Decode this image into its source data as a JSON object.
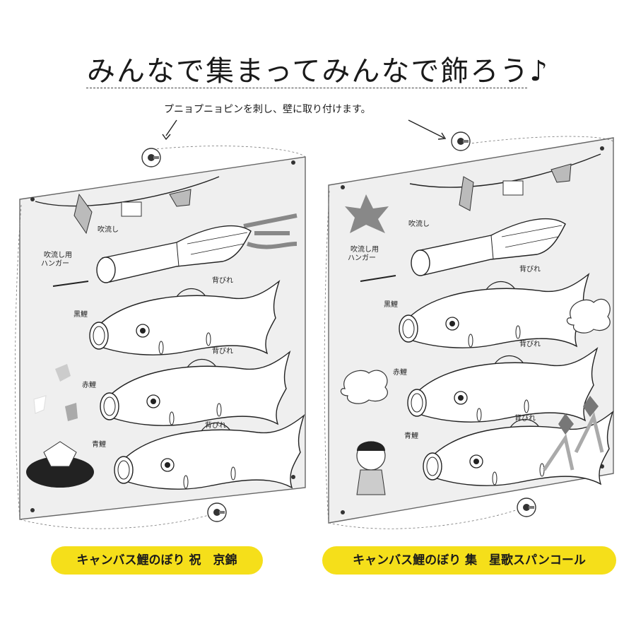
{
  "title": "みんなで集まってみんなで飾ろう♪",
  "instruction": "プニョプニョピンを刺し、壁に取り付けます。",
  "left_panel": {
    "label_fukinagashi": "吹流し",
    "label_hanger_1": "吹流し用",
    "label_hanger_2": "ハンガー",
    "label_magoi": "黒鯉",
    "label_higoi": "赤鯉",
    "label_aogoi": "青鯉",
    "label_sebire": "背びれ",
    "caption": "キャンバス鯉のぼり 祝　京錦"
  },
  "right_panel": {
    "label_fukinagashi": "吹流し",
    "label_hanger_1": "吹流し用",
    "label_hanger_2": "ハンガー",
    "label_magoi": "黒鯉",
    "label_higoi": "赤鯉",
    "label_aogoi": "青鯉",
    "label_sebire": "背びれ",
    "caption": "キャンバス鯉のぼり 集　星歌スパンコール"
  }
}
